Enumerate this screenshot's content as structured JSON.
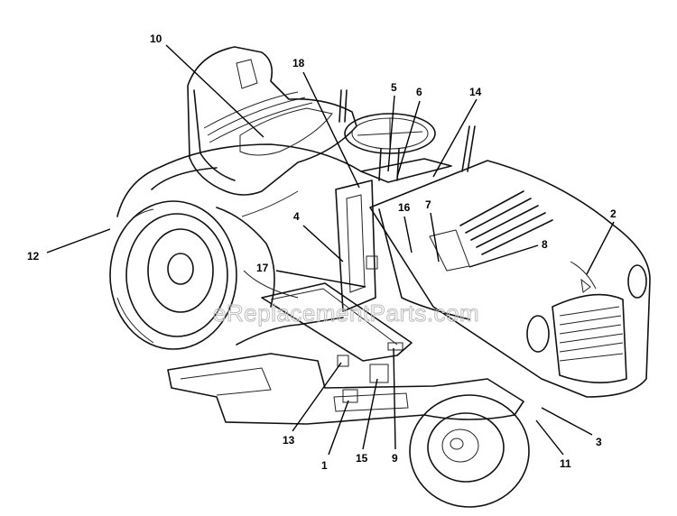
{
  "callouts": [
    {
      "id": "c10",
      "label": "10"
    },
    {
      "id": "c18",
      "label": "18"
    },
    {
      "id": "c5",
      "label": "5"
    },
    {
      "id": "c6",
      "label": "6"
    },
    {
      "id": "c14",
      "label": "14"
    },
    {
      "id": "c4",
      "label": "4"
    },
    {
      "id": "c16",
      "label": "16"
    },
    {
      "id": "c7",
      "label": "7"
    },
    {
      "id": "c2",
      "label": "2"
    },
    {
      "id": "c8",
      "label": "8"
    },
    {
      "id": "c12",
      "label": "12"
    },
    {
      "id": "c17",
      "label": "17"
    },
    {
      "id": "c13",
      "label": "13"
    },
    {
      "id": "c1",
      "label": "1"
    },
    {
      "id": "c15",
      "label": "15"
    },
    {
      "id": "c9",
      "label": "9"
    },
    {
      "id": "c11",
      "label": "11"
    },
    {
      "id": "c3",
      "label": "3"
    }
  ],
  "watermark": "eReplacementParts.com"
}
